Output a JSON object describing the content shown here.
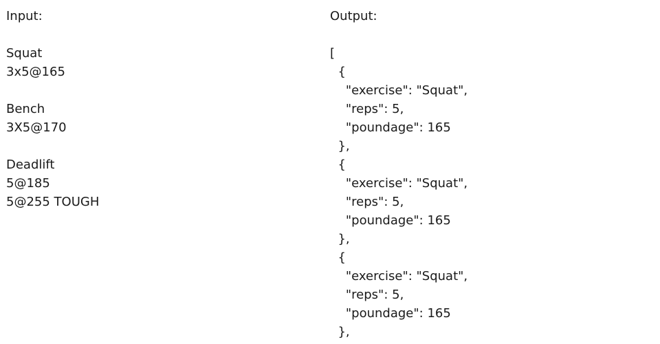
{
  "input": {
    "label": "Input:",
    "blocks": [
      {
        "lines": [
          "Squat",
          "3x5@165"
        ]
      },
      {
        "lines": [
          "Bench",
          "3X5@170"
        ]
      },
      {
        "lines": [
          "Deadlift",
          "5@185",
          "5@255 TOUGH"
        ]
      }
    ]
  },
  "output": {
    "label": "Output:",
    "lines": [
      "[",
      "  {",
      "    \"exercise\": \"Squat\",",
      "    \"reps\": 5,",
      "    \"poundage\": 165",
      "  },",
      "  {",
      "    \"exercise\": \"Squat\",",
      "    \"reps\": 5,",
      "    \"poundage\": 165",
      "  },",
      "  {",
      "    \"exercise\": \"Squat\",",
      "    \"reps\": 5,",
      "    \"poundage\": 165",
      "  },"
    ]
  }
}
